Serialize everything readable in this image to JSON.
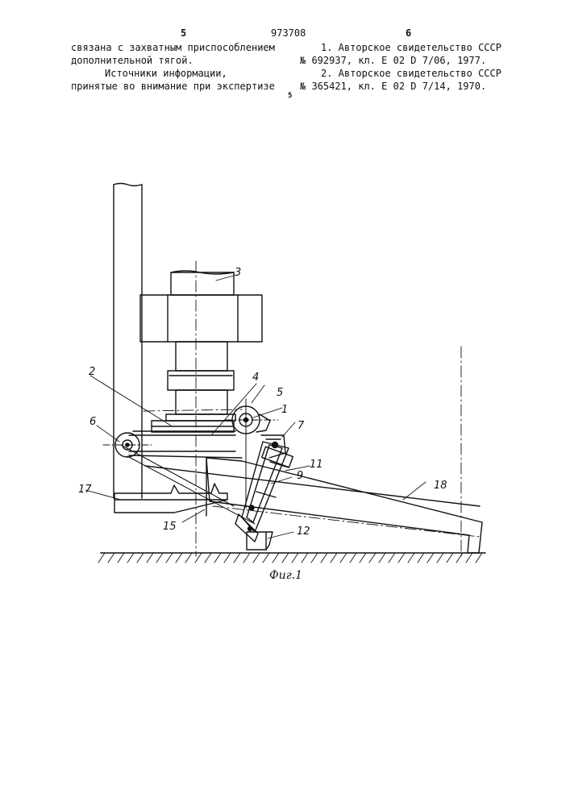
{
  "header": {
    "page_left": "5",
    "patent_number": "973708",
    "page_right": "6",
    "line_marker": "5"
  },
  "left_column": {
    "line1": "связана с захватным приспособлением",
    "line2": "дополнительной тягой.",
    "line3": "Источники информации,",
    "line4": "принятые во внимание при экспертизе"
  },
  "right_column": {
    "line1": "1. Авторское свидетельство СССР",
    "line2": "№ 692937, кл. Е 02 D 7/06, 1977.",
    "line3": "2. Авторское свидетельство СССР",
    "line4": "№ 365421, кл. Е 02 D 7/14, 1970."
  },
  "figure": {
    "caption": "Фиг.1",
    "labels": {
      "l1": "1",
      "l2": "2",
      "l3": "3",
      "l4": "4",
      "l5": "5",
      "l6": "6",
      "l7": "7",
      "l9": "9",
      "l11": "11",
      "l12": "12",
      "l15": "15",
      "l17": "17",
      "l18": "18"
    }
  },
  "colors": {
    "ink": "#111111",
    "paper": "#ffffff"
  }
}
